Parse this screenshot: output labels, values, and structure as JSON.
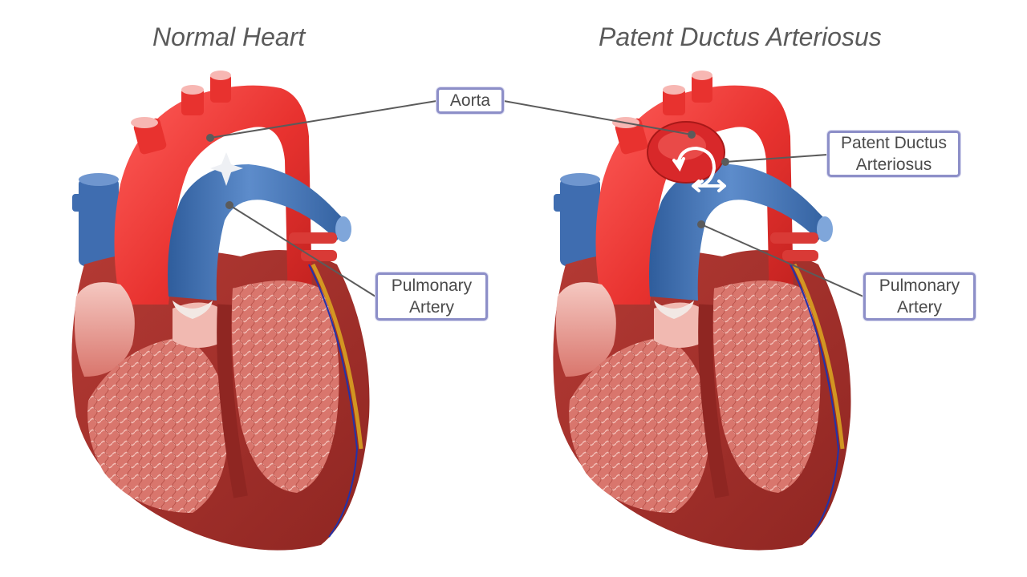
{
  "titles": {
    "left": "Normal Heart",
    "right": "Patent Ductus Arteriosus"
  },
  "labels": {
    "aorta": "Aorta",
    "pulmonary_artery_left": [
      "Pulmonary",
      "Artery"
    ],
    "patent_ductus": [
      "Patent Ductus",
      "Arteriosus"
    ],
    "pulmonary_artery_right": [
      "Pulmonary",
      "Artery"
    ]
  },
  "colors": {
    "aorta": "#e8322f",
    "pulmonary_artery": "#4a78b8",
    "myocardium": "#a8312c",
    "chamber_tissue": "#e89a93",
    "vena_cava": "#3f6db0",
    "label_border": "#8d8fc8",
    "leader_line": "#5b5b5b"
  }
}
